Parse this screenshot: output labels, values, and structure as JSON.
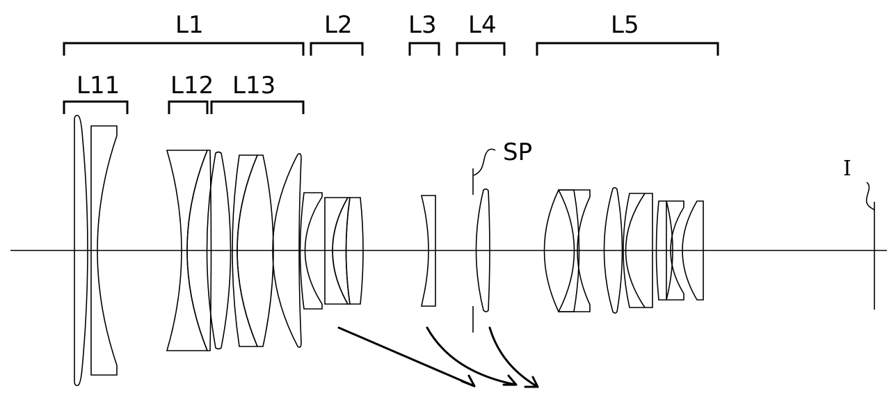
{
  "groups": {
    "L1": "L1",
    "L2": "L2",
    "L3": "L3",
    "L4": "L4",
    "L5": "L5"
  },
  "subgroups": {
    "L11": "L11",
    "L12": "L12",
    "L13": "L13"
  },
  "stop_label": "SP",
  "image_plane_label": "I"
}
